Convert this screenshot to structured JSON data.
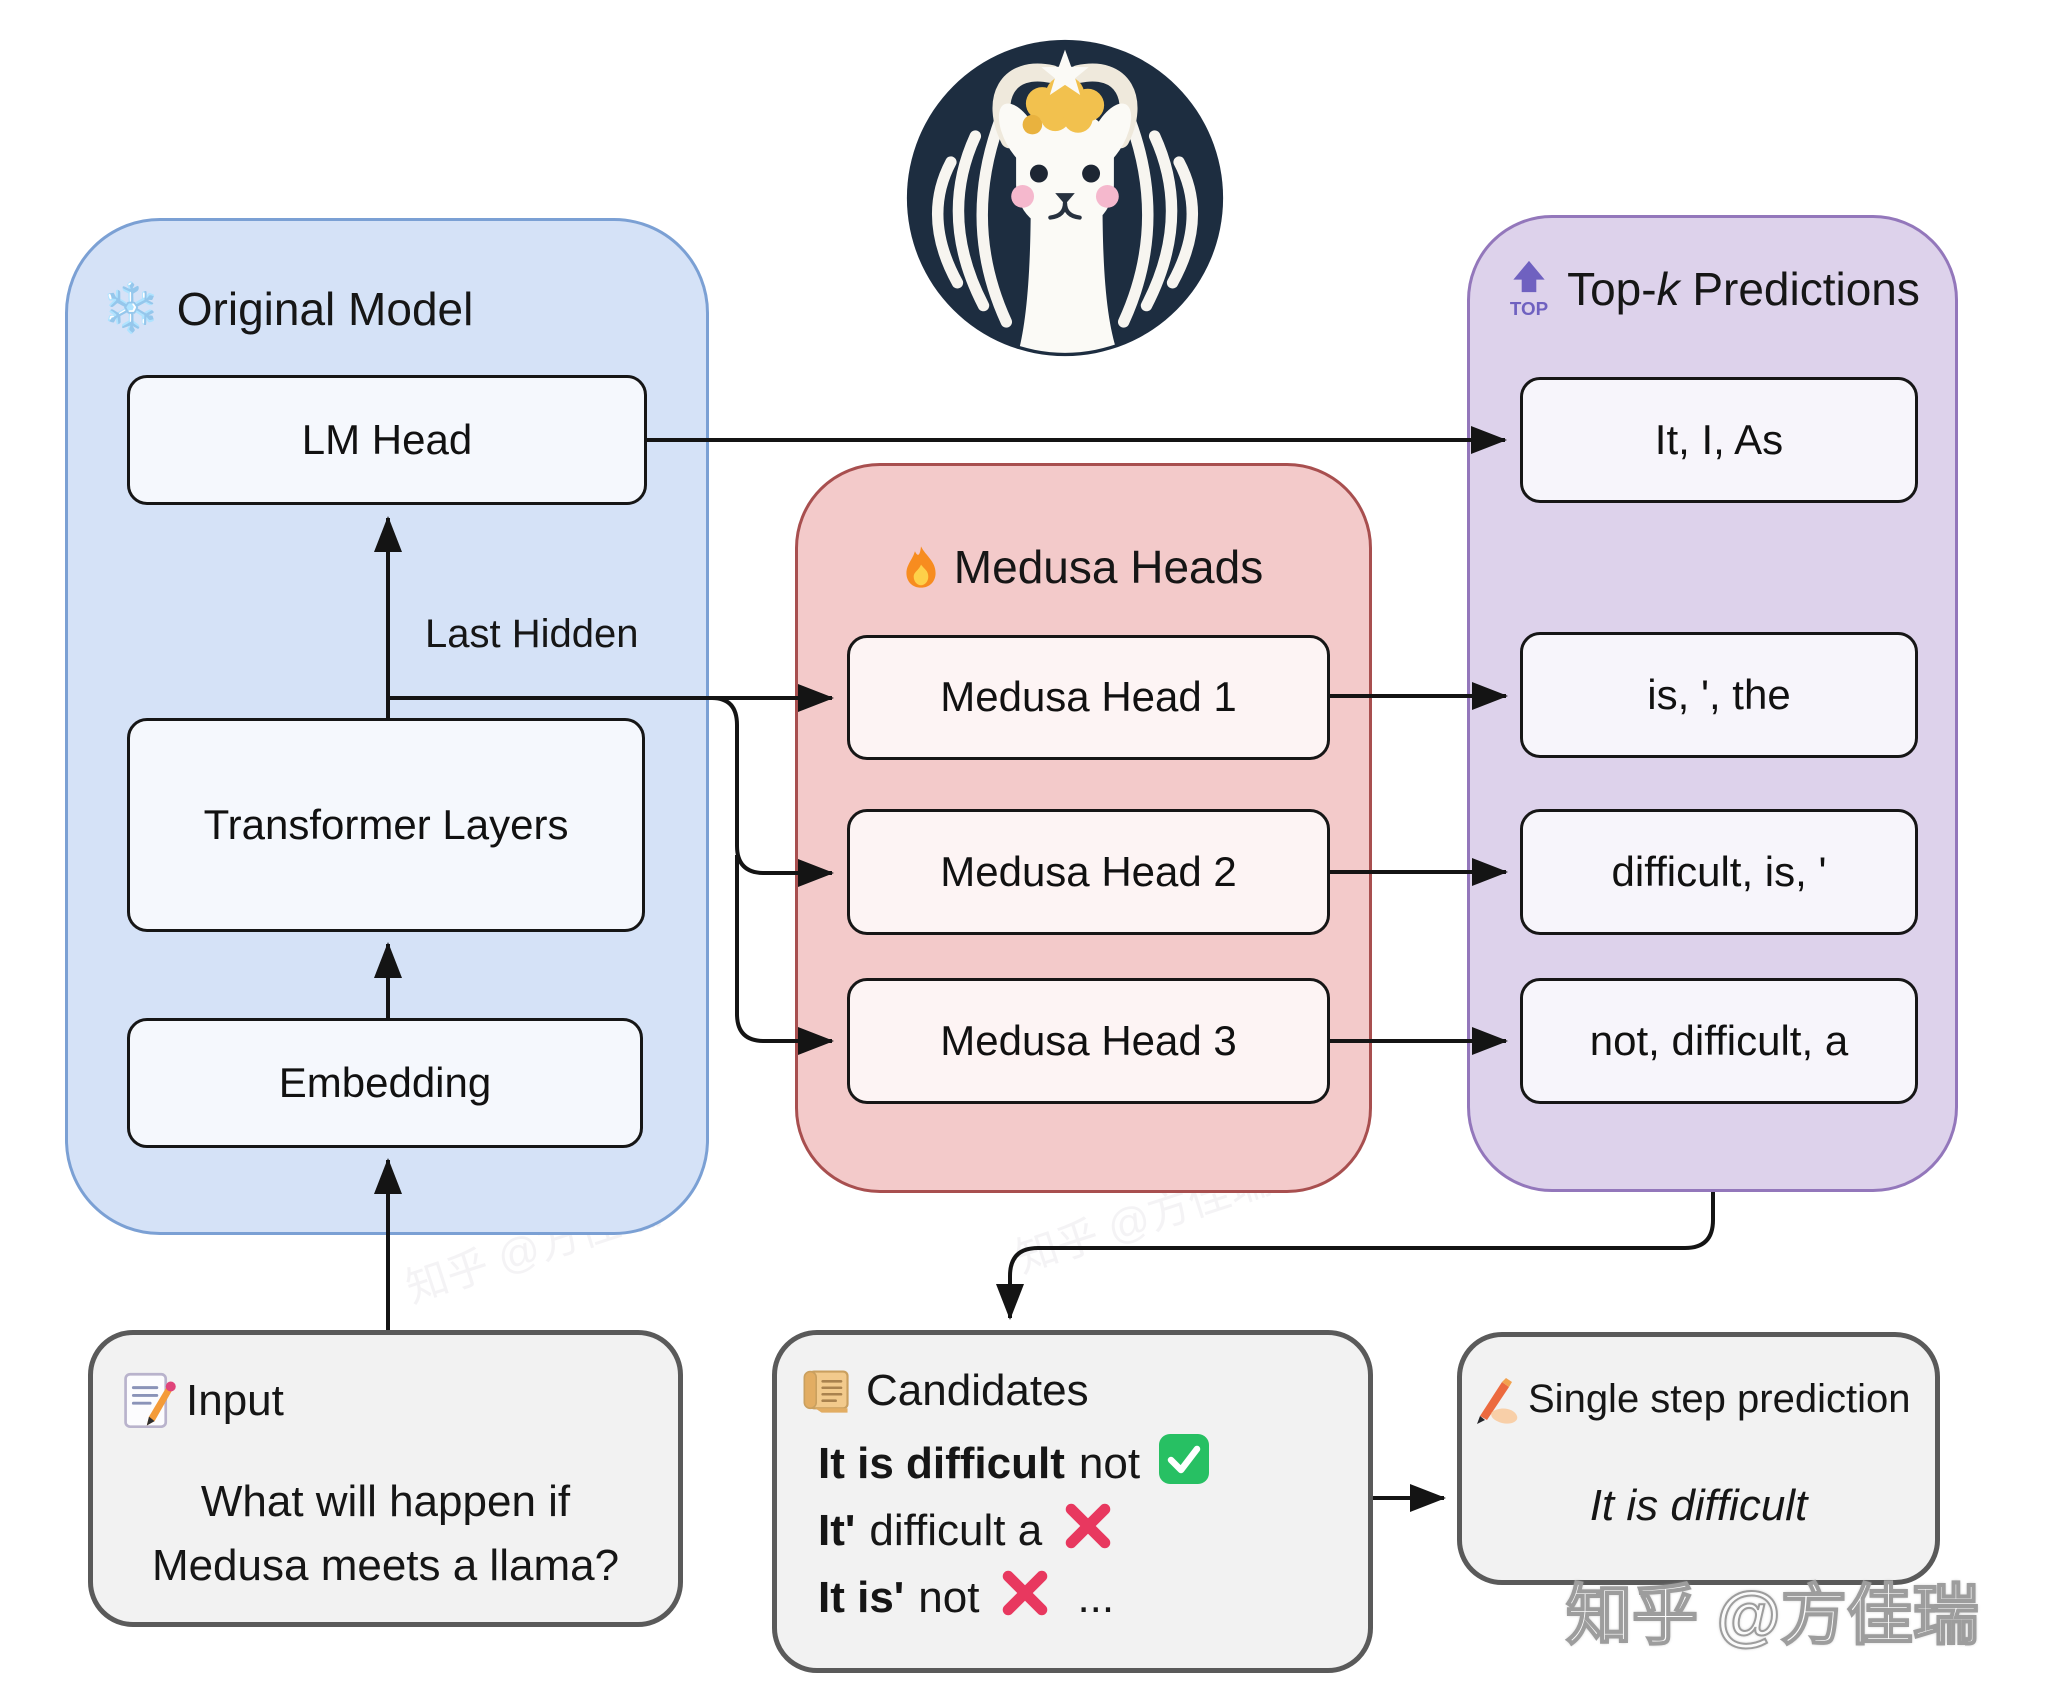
{
  "logo": {
    "name": "llama-starbucks-style-logo"
  },
  "original_model": {
    "title": "Original Model",
    "boxes": [
      "LM Head",
      "Transformer Layers",
      "Embedding"
    ],
    "last_hidden_label": "Last Hidden"
  },
  "medusa": {
    "title": "Medusa Heads",
    "heads": [
      "Medusa Head 1",
      "Medusa Head 2",
      "Medusa Head 3"
    ]
  },
  "predictions": {
    "title_pre": "Top-",
    "title_k": "k",
    "title_post": " Predictions",
    "items": [
      "It, I, As",
      "is, ', the",
      "difficult, is, '",
      "not, difficult, a"
    ]
  },
  "input": {
    "title": "Input",
    "line1": "What will happen if",
    "line2": "Medusa meets a llama?"
  },
  "candidates": {
    "title": "Candidates",
    "rows": [
      {
        "bold": "It is difficult",
        "rest": "not",
        "mark": "check",
        "suffix": ""
      },
      {
        "bold": "It'",
        "rest": "difficult a",
        "mark": "cross",
        "suffix": ""
      },
      {
        "bold": "It is'",
        "rest": "not",
        "mark": "cross",
        "suffix": "..."
      }
    ]
  },
  "single_step": {
    "title": "Single step prediction",
    "text": "It is difficult"
  },
  "watermark": {
    "text": "知乎 @方佳瑞"
  },
  "colors": {
    "original_fill": "#d5e2f7",
    "original_border": "#7ba0d4",
    "medusa_fill": "#f3caca",
    "medusa_border": "#a84f4f",
    "predictions_fill": "#ddd2eb",
    "predictions_border": "#9377bb",
    "panel_fill": "#f2f2f2",
    "panel_border": "#5a5a5a",
    "node_border": "#161616",
    "arrow": "#141414",
    "check_green": "#27c063",
    "cross_red": "#e8385f",
    "snowflake_blue": "#3fa9e8",
    "flame_orange": "#f78c1f",
    "top_icon_purple": "#6f61c0",
    "logo_navy": "#1d2d40"
  }
}
